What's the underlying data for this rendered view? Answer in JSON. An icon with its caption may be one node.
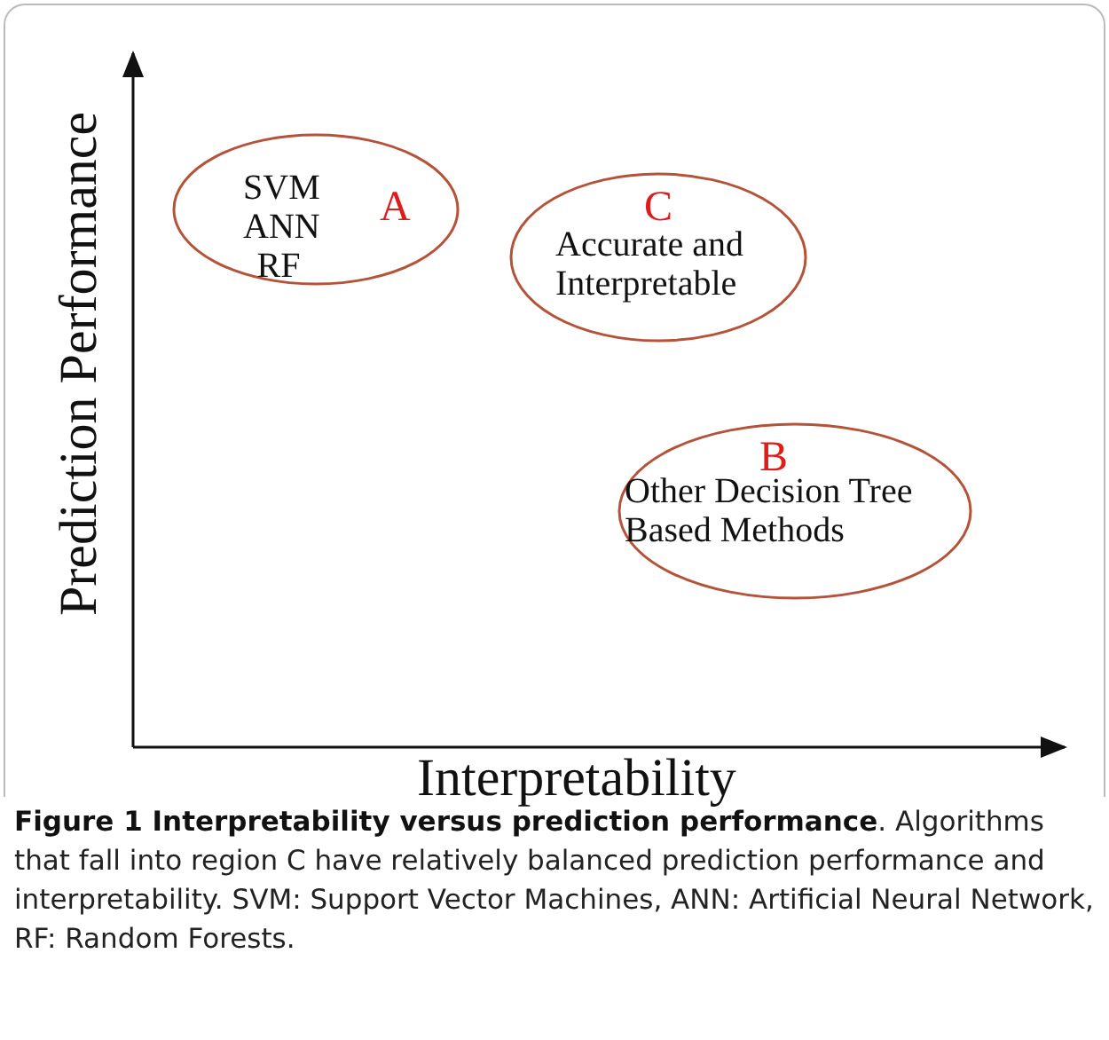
{
  "diagram": {
    "caption": "**Figure 1 Interpretability versus prediction performance**. Algorithms that fall into region C have relatively balanced prediction performance and interpretability. SVM: Support Vector Machines, ANN: Artificial Neural Network, RF: Random Forests.",
    "nodes": [
      {
        "text": [
          "SVM ANN RF",
          "A"
        ]
      },
      {
        "text": [
          "C",
          "Accurate and Interpretable"
        ]
      },
      {
        "text": [
          "B",
          "Other Decision Tree Based Methods"
        ]
      }
    ],
    "labels": [
      "Prediction Performance",
      "Interpretability"
    ]
  }
}
